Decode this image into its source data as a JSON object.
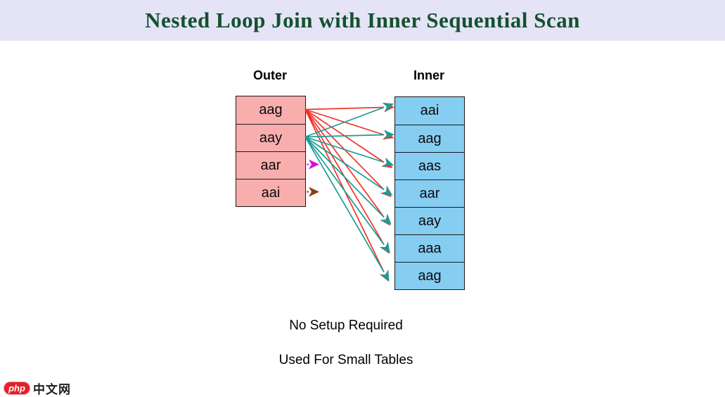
{
  "header": {
    "title": "Nested Loop Join with Inner Sequential Scan",
    "bg_color": "#E4E4F6",
    "text_color": "#15502F"
  },
  "diagram": {
    "outer_table": {
      "label": "Outer",
      "rows": [
        "aag",
        "aay",
        "aar",
        "aai"
      ],
      "fill_color": "#F9AEAE",
      "border_color": "#1a1a1a"
    },
    "inner_table": {
      "label": "Inner",
      "rows": [
        "aai",
        "aag",
        "aas",
        "aar",
        "aay",
        "aaa",
        "aag"
      ],
      "fill_color": "#86CDF2",
      "border_color": "#1a1a1a"
    },
    "arrow_sets": [
      {
        "name": "outer-aag-sequential-scan",
        "color": "#F2342A",
        "source_row_index": 0,
        "target_row_indexes": [
          0,
          1,
          2,
          3,
          4,
          5,
          6
        ]
      },
      {
        "name": "outer-aay-sequential-scan",
        "color": "#1A9C94",
        "source_row_index": 1,
        "target_row_indexes": [
          0,
          1,
          2,
          3,
          4,
          5,
          6
        ]
      }
    ],
    "position_markers": [
      {
        "name": "outer-aar-pointer",
        "color": "#D90CD9",
        "row_index": 2
      },
      {
        "name": "outer-aai-pointer",
        "color": "#8E3C10",
        "row_index": 3
      }
    ]
  },
  "notes": [
    {
      "text": "No Setup Required"
    },
    {
      "text": "Used For Small Tables"
    }
  ],
  "watermark": {
    "badge_text": "php",
    "badge_color": "#E22028",
    "site_text": "中文网",
    "text_color": "#1f1f1f"
  }
}
